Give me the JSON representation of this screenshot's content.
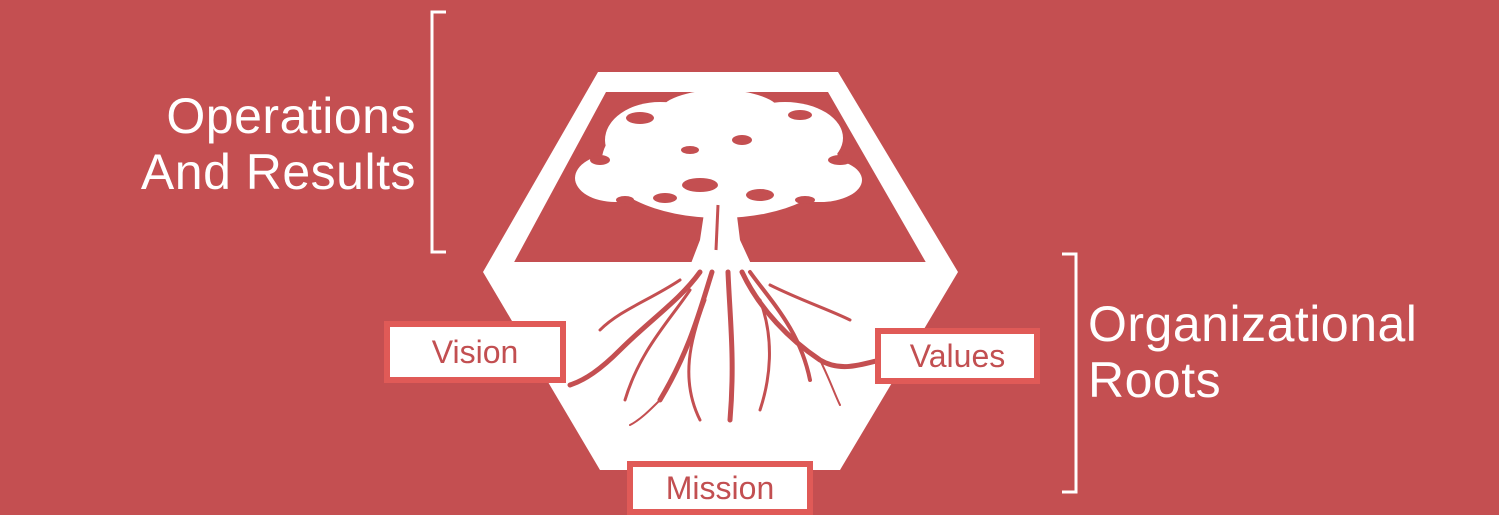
{
  "background_color": "#c44f51",
  "box_border_color": "#e05a57",
  "labels": {
    "operations_line1": "Operations",
    "operations_line2": "And Results",
    "roots_line1": "Organizational",
    "roots_line2": "Roots"
  },
  "nodes": {
    "vision": "Vision",
    "values": "Values",
    "mission": "Mission"
  },
  "icons": [
    "tree-icon",
    "hexagon-frame"
  ]
}
